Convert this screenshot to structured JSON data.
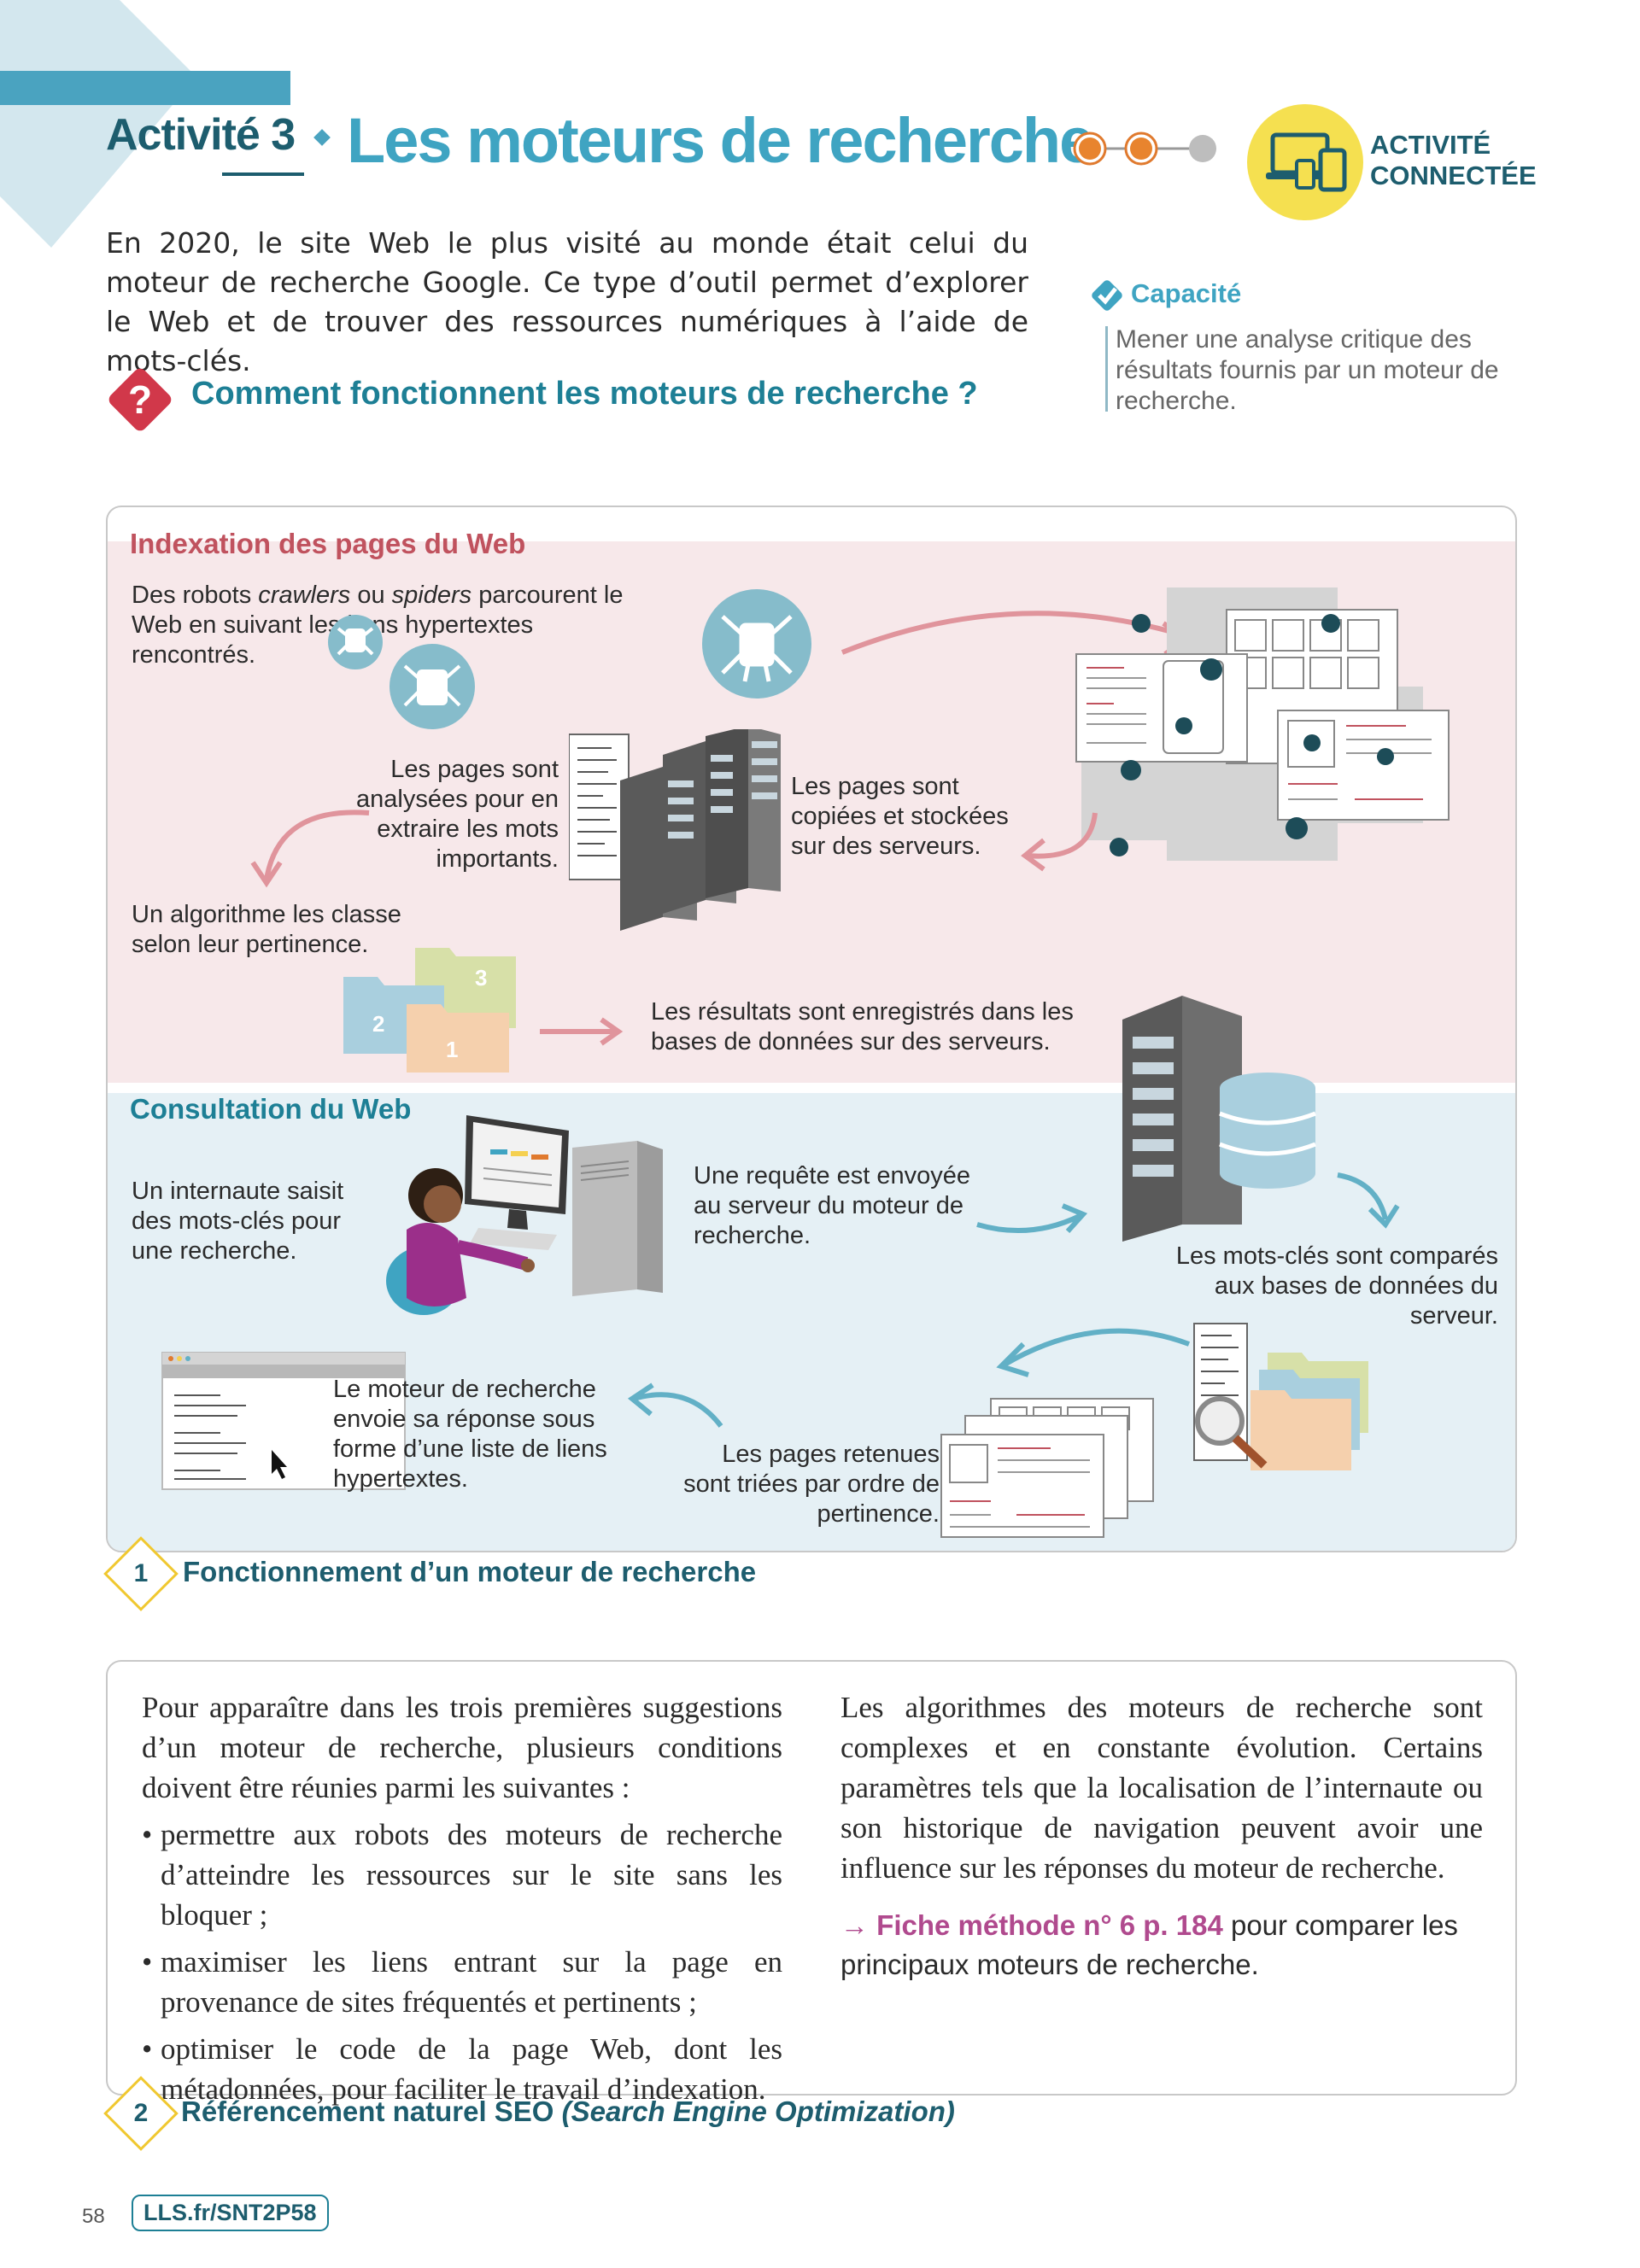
{
  "header": {
    "activity_label": "Activité 3",
    "title": "Les moteurs de recherche",
    "connected_label_line1": "ACTIVITÉ",
    "connected_label_line2": "CONNECTÉE",
    "level_dots": {
      "filled": 2,
      "total": 3
    }
  },
  "intro": "En 2020, le site Web le plus visité au monde était celui du moteur de recherche Google. Ce type d’outil permet d’explorer le Web et de trouver des ressources numériques à l’aide de mots-clés.",
  "capacity": {
    "title": "Capacité",
    "text": "Mener une analyse critique des résultats fournis par un moteur de recherche."
  },
  "question": "Comment fonctionnent les moteurs de recherche ?",
  "doc1": {
    "indexation": {
      "title": "Indexation des pages du Web",
      "step1_pre": "Des robots ",
      "step1_em1": "crawlers",
      "step1_mid": " ou ",
      "step1_em2": "spiders",
      "step1_post": " parcourent le Web en suivant les liens hypertextes rencontrés.",
      "step2": "Les pages sont copiées et stockées sur des serveurs.",
      "step3": "Les pages sont analysées pour en extraire les mots importants.",
      "step4": "Un algorithme les classe selon leur pertinence.",
      "step5": "Les résultats sont enregistrés dans les bases de données sur des serveurs.",
      "folder_labels": [
        "2",
        "3",
        "1"
      ]
    },
    "consultation": {
      "title": "Consultation du Web",
      "step1": "Un internaute saisit des mots-clés pour une recherche.",
      "step2": "Une requête est envoyée au serveur du moteur de recherche.",
      "step3": "Les mots-clés sont comparés aux bases de données du serveur.",
      "step4": "Les pages retenues sont triées par ordre de pertinence.",
      "step5": "Le moteur de recherche envoie sa réponse sous forme d’une liste de liens hypertextes."
    },
    "caption_num": "1",
    "caption": "Fonctionnement d’un moteur de recherche"
  },
  "doc2": {
    "left_intro": "Pour apparaître dans les trois premières suggestions d’un moteur de recherche, plusieurs conditions doivent être réunies parmi les suivantes :",
    "bullets": [
      "permettre aux robots des moteurs de recherche d’atteindre les ressources sur le site sans les bloquer ;",
      "maximiser les liens entrant sur la page en provenance de sites fréquentés et pertinents ;",
      "optimiser le code de la page Web, dont les métadonnées, pour faciliter le travail d’indexation."
    ],
    "right_text": "Les algorithmes des moteurs de recherche sont complexes et en constante évolution. Certains paramètres tels que la localisation de l’internaute ou son historique de navigation peuvent avoir une influence sur les réponses du moteur de recherche.",
    "method_arrow": "→",
    "method_link": "Fiche méthode n° 6 p. 184",
    "method_rest": " pour comparer les principaux moteurs de recherche.",
    "caption_num": "2",
    "caption_main": "Référencement naturel SEO ",
    "caption_em": "(Search Engine Optimization)"
  },
  "footer": {
    "page_number": "58",
    "link": "LLS.fr/SNT2P58"
  },
  "colors": {
    "accent": "#3fa4c2",
    "dark_teal": "#1d5d6e",
    "pink_title": "#c0525e",
    "yellow": "#f5e050",
    "pink_band": "#f7e8ea",
    "blue_band": "#e5f0f5"
  }
}
